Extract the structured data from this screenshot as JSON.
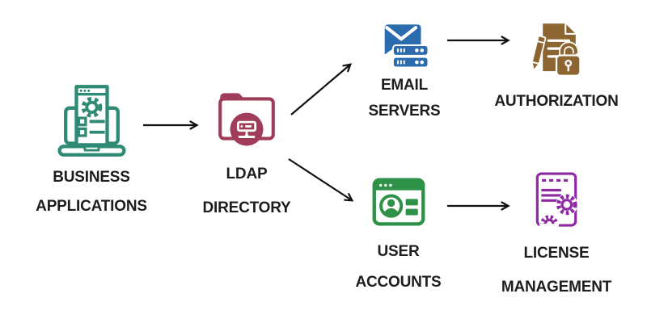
{
  "diagram": {
    "background": "#ffffff",
    "arrow_color": "#111111",
    "text_color": "#1d1d1d",
    "nodes": [
      {
        "id": "business-applications",
        "label_lines": [
          "BUSINESS",
          "APPLICATIONS"
        ],
        "icon": "laptop-apps-icon",
        "color": "#2e8a74"
      },
      {
        "id": "ldap-directory",
        "label_lines": [
          "LDAP",
          "DIRECTORY"
        ],
        "icon": "folder-server-icon",
        "color": "#a03c5a"
      },
      {
        "id": "email-servers",
        "label_lines": [
          "EMAIL",
          "SERVERS"
        ],
        "icon": "mail-server-icon",
        "color": "#2b6cae"
      },
      {
        "id": "authorization",
        "label_lines": [
          "AUTHORIZATION"
        ],
        "icon": "document-pencil-lock-icon",
        "color": "#8c6531"
      },
      {
        "id": "user-accounts",
        "label_lines": [
          "USER",
          "ACCOUNTS"
        ],
        "icon": "id-card-window-icon",
        "color": "#2e9148"
      },
      {
        "id": "license-management",
        "label_lines": [
          "LICENSE",
          "MANAGEMENT"
        ],
        "icon": "document-gears-icon",
        "color": "#8f28a3"
      }
    ],
    "edges": [
      {
        "from": "business-applications",
        "to": "ldap-directory"
      },
      {
        "from": "ldap-directory",
        "to": "email-servers"
      },
      {
        "from": "ldap-directory",
        "to": "user-accounts"
      },
      {
        "from": "email-servers",
        "to": "authorization"
      },
      {
        "from": "user-accounts",
        "to": "license-management"
      }
    ]
  }
}
